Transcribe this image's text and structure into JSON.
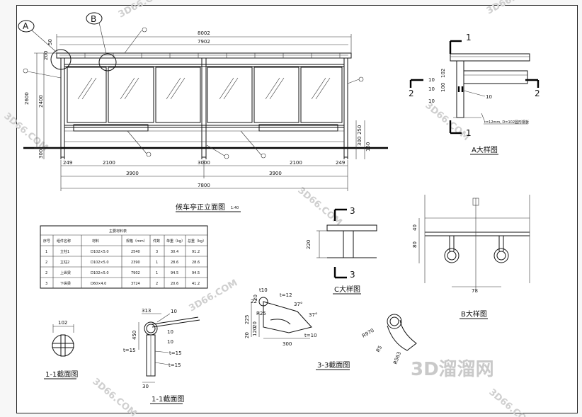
{
  "elevation": {
    "title": "候车亭正立面图",
    "scale": "1:40",
    "top_dims": [
      "8002",
      "7902"
    ],
    "left_dims": [
      "50",
      "200",
      "2600",
      "2400",
      "300"
    ],
    "right_dims": [
      "250",
      "300",
      "150"
    ],
    "bottom_row1": [
      "249",
      "2100",
      "3000",
      "2100",
      "249"
    ],
    "bottom_row2": [
      "3900",
      "3900"
    ],
    "bottom_total": "7800",
    "callout_a": "A",
    "callout_b": "B"
  },
  "detail_a": {
    "title": "A大样图",
    "section_mark": "1",
    "side_mark": "2",
    "dims": [
      "10",
      "102",
      "10",
      "100",
      "10",
      "10"
    ],
    "note": "t=12mm, D=102圆形钢板"
  },
  "detail_c": {
    "title": "C大样图",
    "section_mark": "3",
    "dims": [
      "220"
    ]
  },
  "detail_b": {
    "title": "B大样图",
    "dims": [
      "40",
      "80",
      "78"
    ]
  },
  "table": {
    "caption": "主要材料表",
    "headers": [
      "序号",
      "组件名称",
      "材料",
      "规格（mm）",
      "件数",
      "单重（kg）",
      "总重（kg）"
    ],
    "rows": [
      [
        "1",
        "立柱1",
        "D102×5.0",
        "2540",
        "3",
        "30.4",
        "91.2"
      ],
      [
        "2",
        "立柱2",
        "D102×5.0",
        "2390",
        "1",
        "28.6",
        "28.6"
      ],
      [
        "2",
        "上纵梁",
        "D102×5.0",
        "7902",
        "1",
        "94.5",
        "94.5"
      ],
      [
        "3",
        "下纵梁",
        "D60×4.0",
        "3724",
        "2",
        "20.6",
        "41.2"
      ]
    ]
  },
  "section_11a": {
    "title": "1-1截面图",
    "dims": [
      "102"
    ]
  },
  "section_11b": {
    "title": "1-1截面图",
    "dims": [
      "313",
      "10",
      "450",
      "10",
      "t=15",
      "10",
      "t=15",
      "t=15",
      "30"
    ]
  },
  "section_33": {
    "title": "3-3截面图",
    "dims": [
      "t10",
      "t=12",
      "22",
      "R25",
      "20",
      "225",
      "20",
      "20",
      "120",
      "37°",
      "37°",
      "t=10",
      "300"
    ]
  },
  "section_r": {
    "dims": [
      "R970",
      "R5",
      "R563"
    ]
  },
  "watermarks": [
    "3D66.COM",
    "3D66.COM",
    "3D66.COM",
    "3D66.COM",
    "3D66.COM",
    "3D66.COM",
    "3D66.COM",
    "3D66.COM"
  ],
  "brand": "3D溜溜网"
}
